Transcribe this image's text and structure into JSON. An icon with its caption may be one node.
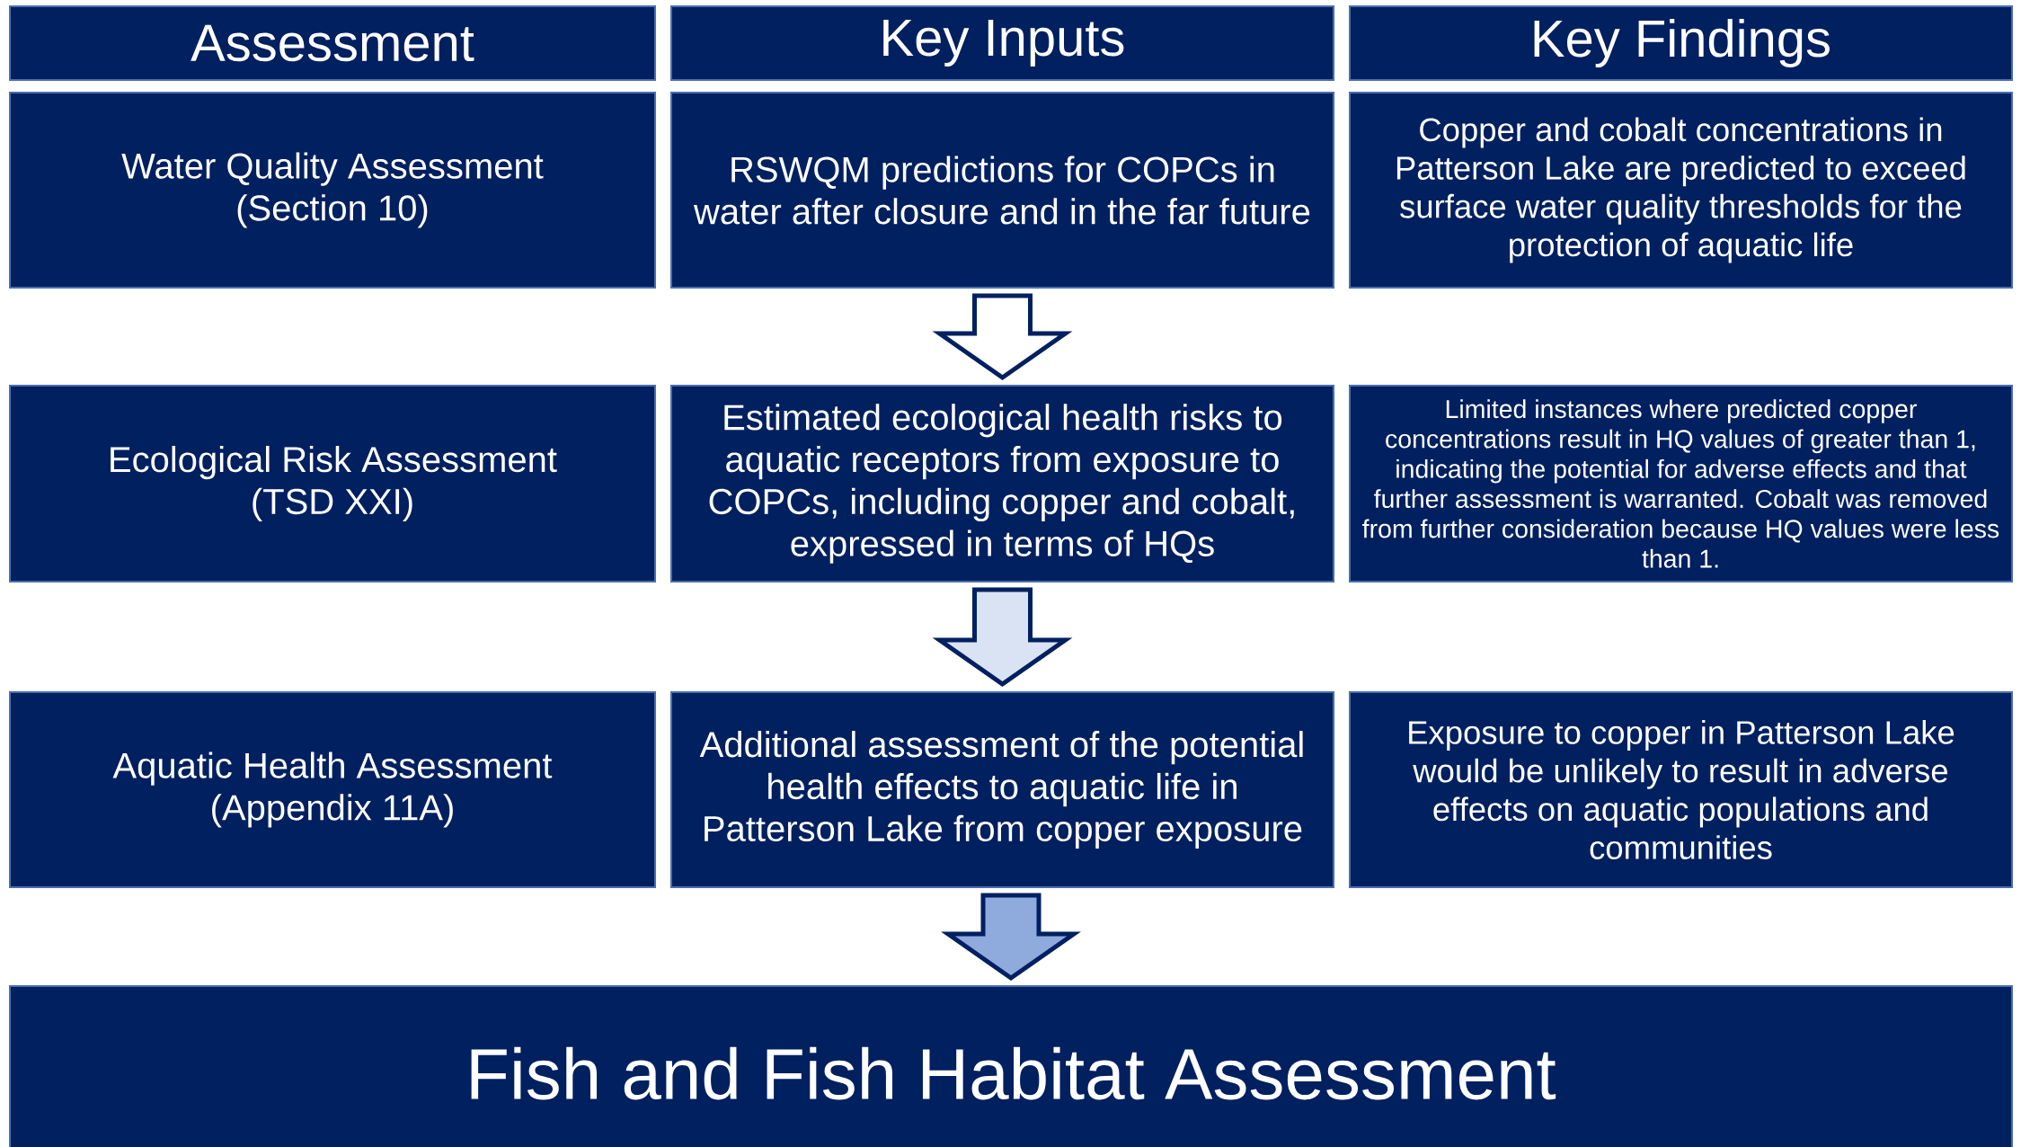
{
  "diagram": {
    "nodes": [
      {
        "text": [
          "Assessment"
        ]
      },
      {
        "text": [
          "Key Inputs"
        ]
      },
      {
        "text": [
          "Key Findings"
        ]
      },
      {
        "text": [
          "Water Quality Assessment (Section 10)"
        ]
      },
      {
        "text": [
          "RSWQM predictions for COPCs in water after closure and in the far future"
        ]
      },
      {
        "text": [
          "Copper and cobalt concentrations in Patterson Lake are predicted to exceed surface water quality thresholds for the protection of aquatic life"
        ]
      },
      {
        "text": [
          "Ecological Risk Assessment (TSD XXI)"
        ]
      },
      {
        "text": [
          "Estimated ecological health risks to aquatic receptors from exposure to COPCs, including copper and cobalt, expressed in terms of HQs"
        ]
      },
      {
        "text": [
          "Limited instances where predicted copper concentrations result in HQ values of greater than 1, indicating the potential for adverse effects and that further assessment is warranted. Cobalt was removed from further consideration because HQ values were less than 1."
        ]
      },
      {
        "text": [
          "Aquatic Health Assessment (Appendix 11A)"
        ]
      },
      {
        "text": [
          "Additional assessment of the potential health effects to aquatic life in Patterson Lake from copper exposure"
        ]
      },
      {
        "text": [
          "Exposure to copper in Patterson Lake would be unlikely to result in adverse effects on aquatic populations and communities"
        ]
      },
      {
        "text": [
          "Fish and Fish Habitat Assessment"
        ]
      }
    ],
    "edges": [
      {
        "from": 4,
        "to": 7,
        "arrow": "to",
        "color": "#ffffff"
      },
      {
        "from": 7,
        "to": 10,
        "arrow": "to",
        "color": "#dae3f3"
      },
      {
        "from": 10,
        "to": 12,
        "arrow": "to",
        "color": "#8faadc"
      }
    ]
  }
}
